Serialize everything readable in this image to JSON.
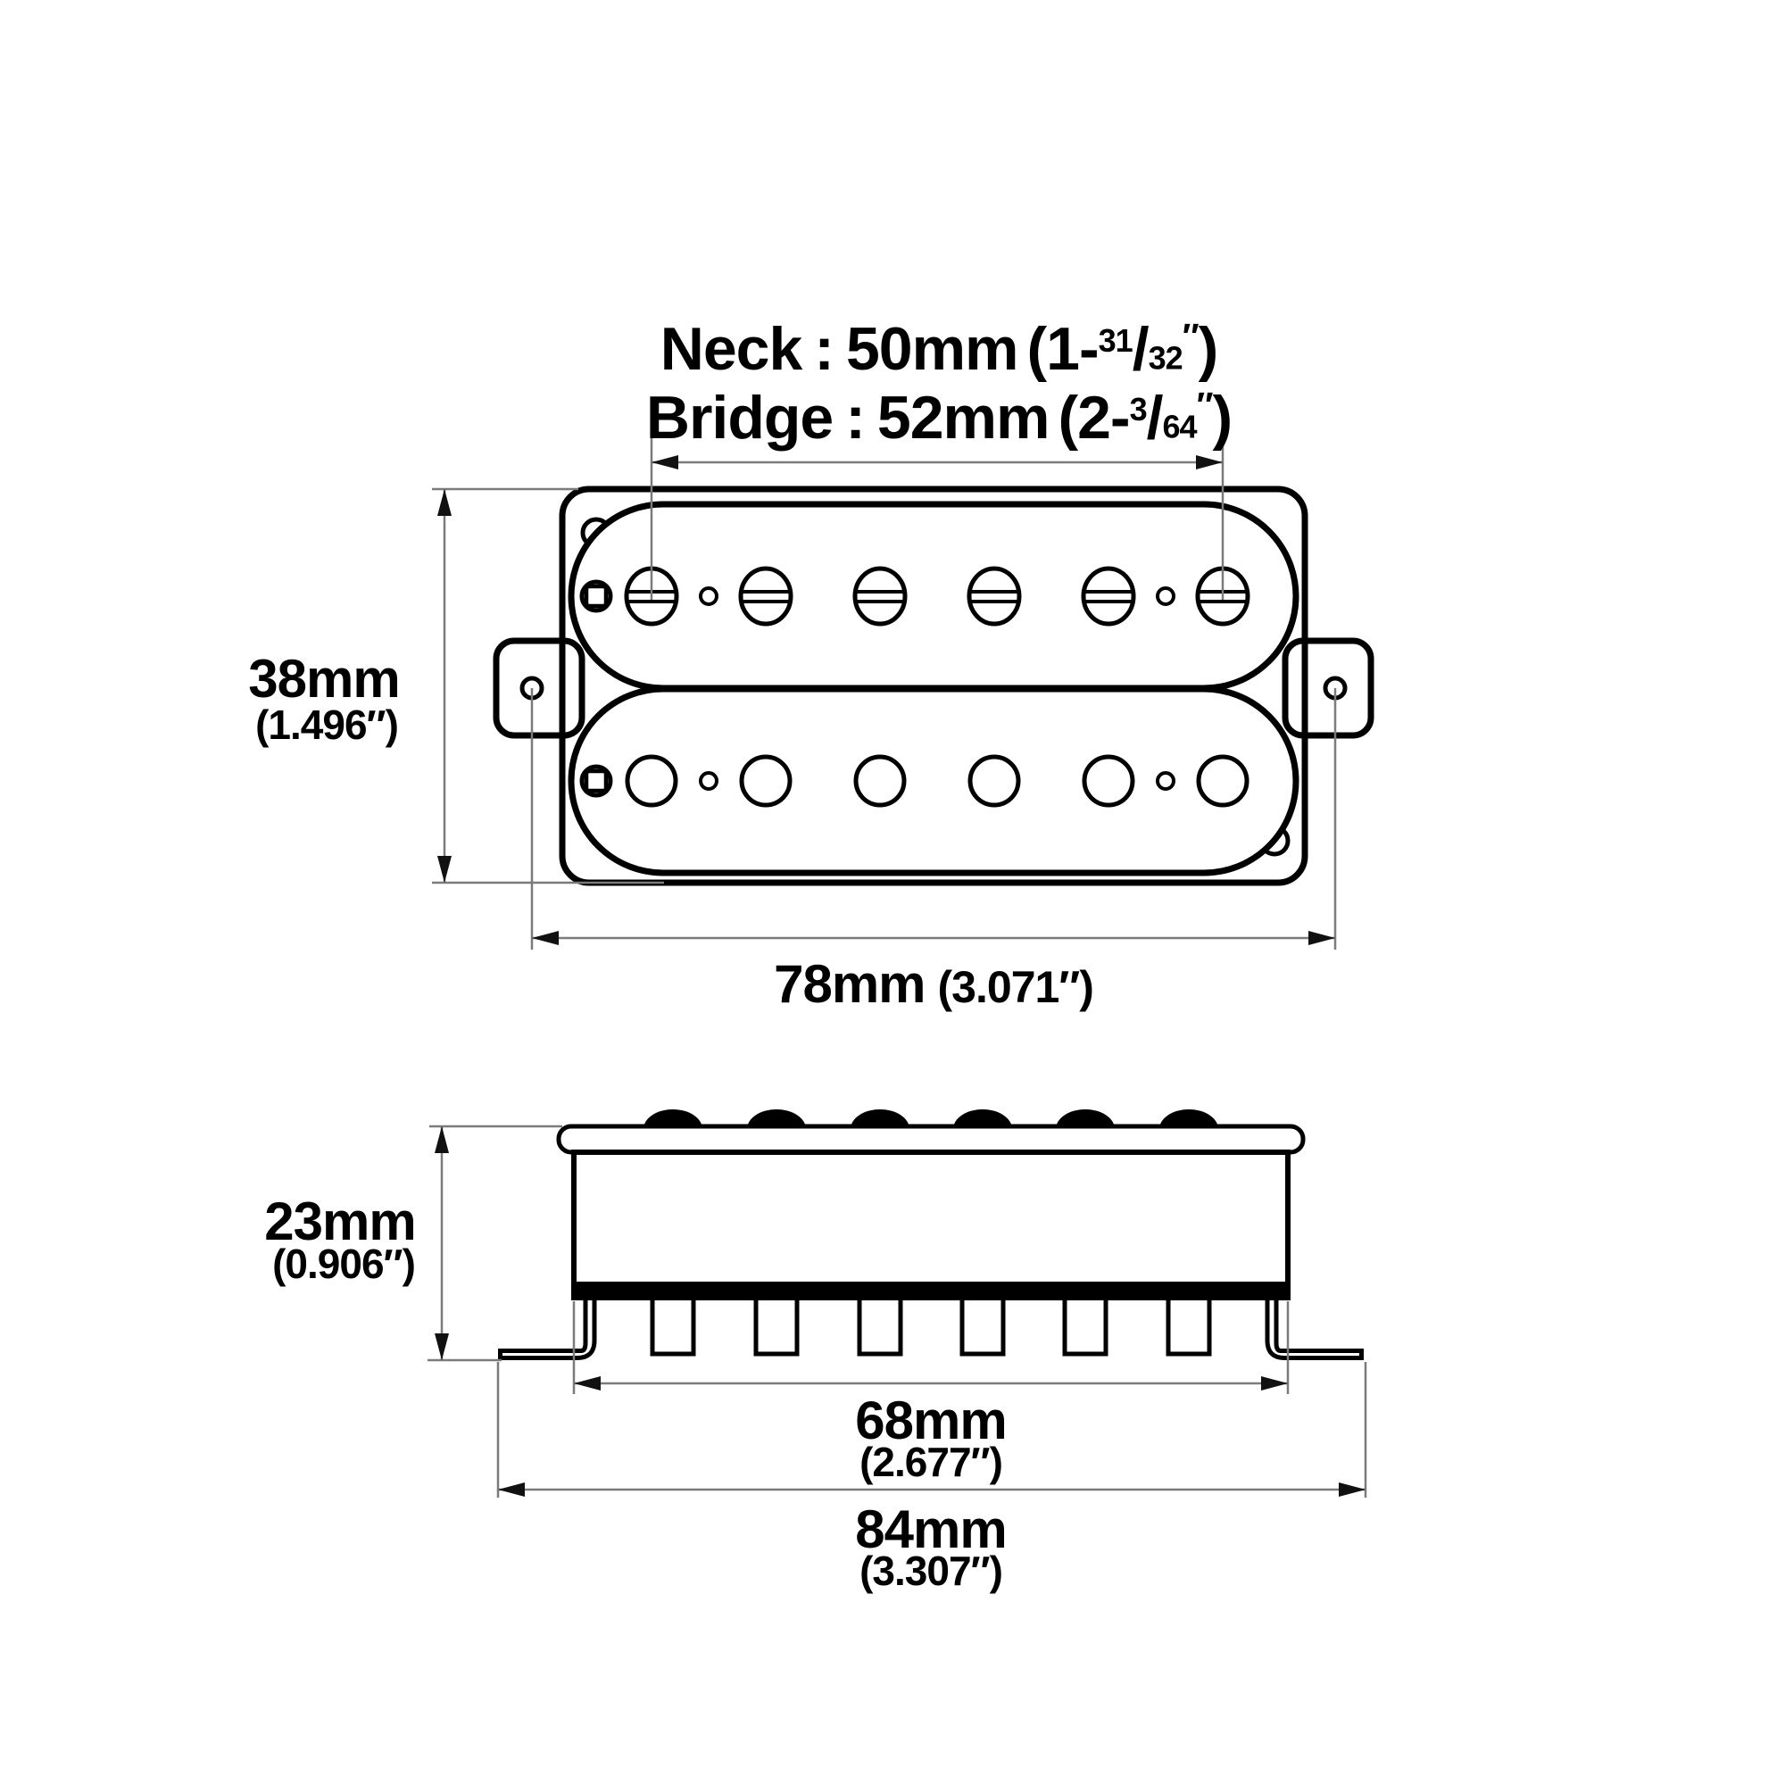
{
  "title_block": {
    "rows": [
      {
        "label": "Neck",
        "value_mm": "50mm",
        "inch_whole": "1-",
        "inch_num": "31",
        "inch_den": "32"
      },
      {
        "label": "Bridge",
        "value_mm": "52mm",
        "inch_whole": "2-",
        "inch_num": "3",
        "inch_den": "64"
      }
    ]
  },
  "symbols": {
    "colon": ":",
    "open_paren": "(",
    "close_paren": ")",
    "slash": "/",
    "double_prime": "″"
  },
  "dimensions": {
    "body_height": {
      "mm": "38mm",
      "inches": "(1.496″)"
    },
    "mounting_width": {
      "mm": "78mm",
      "inches": "(3.071″)"
    },
    "side_height": {
      "mm": "23mm",
      "inches": "(0.906″)"
    },
    "base_width": {
      "mm": "68mm",
      "inches": "(2.677″)"
    },
    "flange_width": {
      "mm": "84mm",
      "inches": "(3.307″)"
    }
  },
  "colors": {
    "ink": "#000000",
    "dimension_line": "#7b7b7b",
    "background": "#ffffff"
  }
}
